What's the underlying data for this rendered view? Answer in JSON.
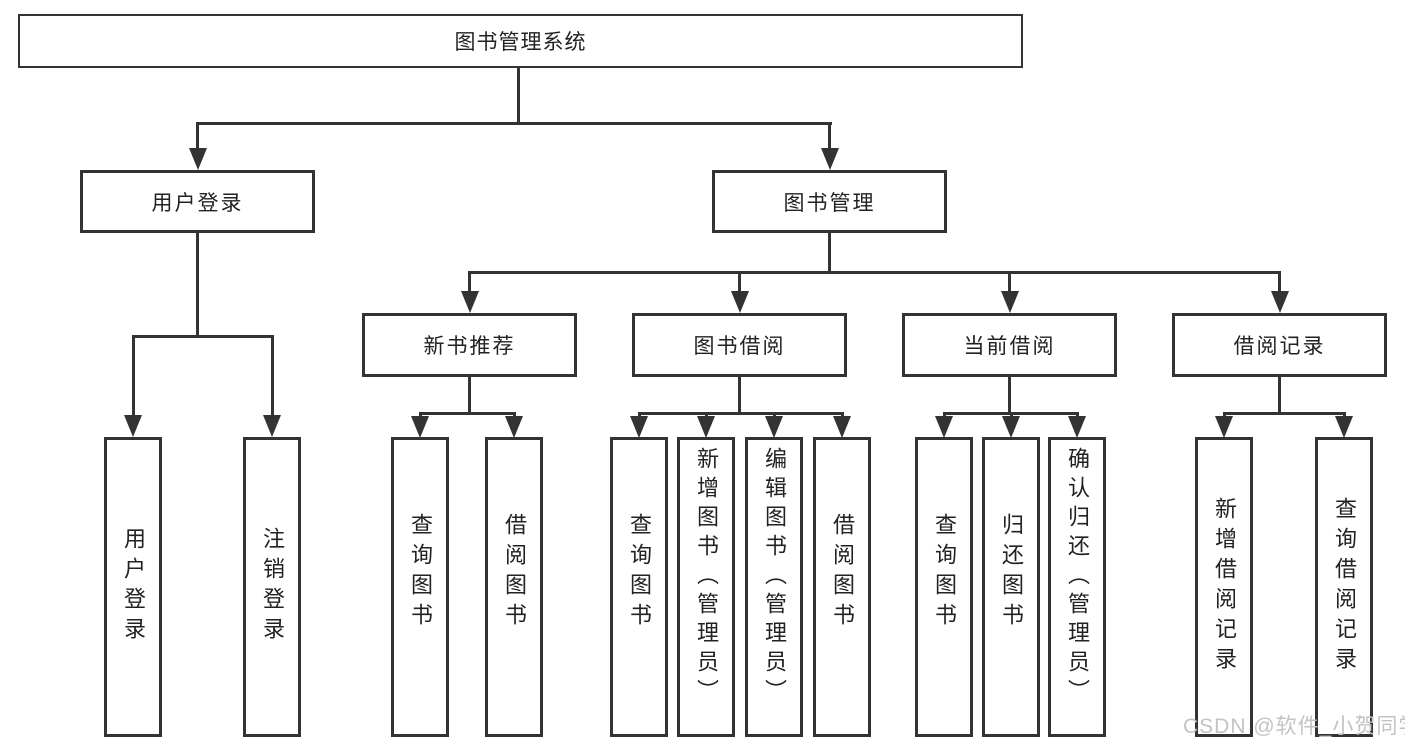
{
  "title": "图书管理系统",
  "level1": {
    "user_login": "用户登录",
    "book_management": "图书管理"
  },
  "level2": {
    "new_book_recommend": "新书推荐",
    "book_borrow": "图书借阅",
    "current_borrow": "当前借阅",
    "borrow_record": "借阅记录"
  },
  "leaves": {
    "user_login": "用户登录",
    "logout": "注销登录",
    "nb_query_books": "查询图书",
    "nb_borrow_books": "借阅图书",
    "bb_query_books": "查询图书",
    "bb_add_books": "新增图书（管理员）",
    "bb_edit_books": "编辑图书（管理员）",
    "bb_borrow_books": "借阅图书",
    "cb_query_books": "查询图书",
    "cb_return_books": "归还图书",
    "cb_confirm_return": "确认归还（管理员）",
    "br_add_record": "新增借阅记录",
    "br_query_record": "查询借阅记录"
  },
  "watermark": "CSDN @软件_小贺同学",
  "colors": {
    "line": "#333333",
    "box_border": "#333333",
    "text": "#222222",
    "watermark": "#c3c3c3",
    "background": "#ffffff"
  }
}
